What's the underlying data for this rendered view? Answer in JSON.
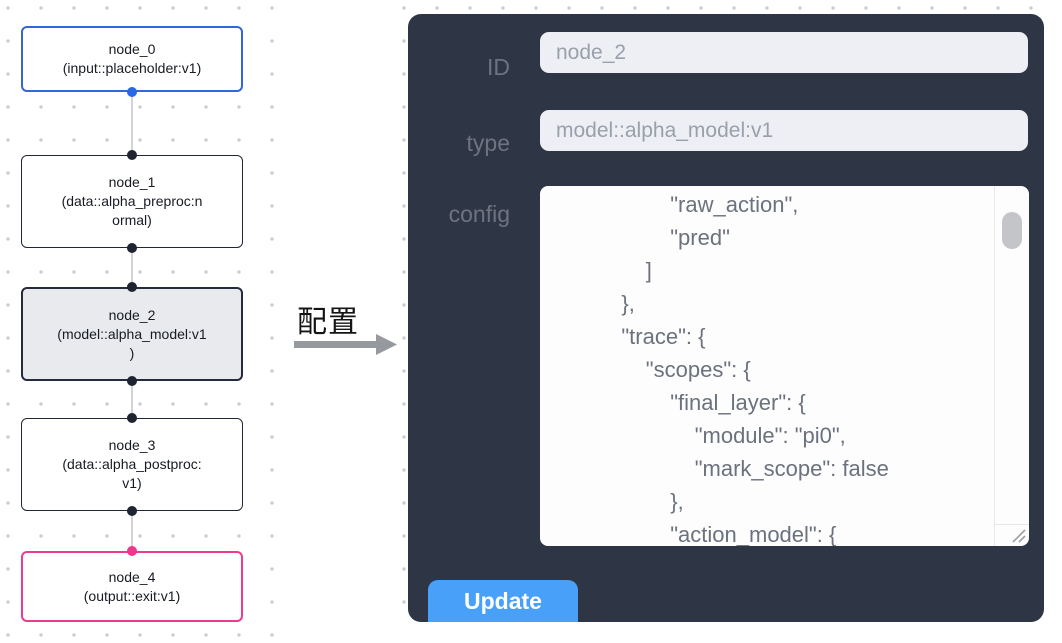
{
  "flow": {
    "nodes": [
      {
        "name": "node_0",
        "type_text": "(input::placeholder:v1)"
      },
      {
        "name": "node_1",
        "type_text": "(data::alpha_preproc:n\normal)"
      },
      {
        "name": "node_2",
        "type_text": "(model::alpha_model:v1\n)"
      },
      {
        "name": "node_3",
        "type_text": "(data::alpha_postproc:\nv1)"
      },
      {
        "name": "node_4",
        "type_text": "(output::exit:v1)"
      }
    ],
    "selected_node": "node_2"
  },
  "transfer": {
    "label": "配置"
  },
  "panel": {
    "fields": {
      "id": {
        "label": "ID",
        "value": "node_2"
      },
      "type": {
        "label": "type",
        "value": "model::alpha_model:v1"
      },
      "config": {
        "label": "config"
      }
    },
    "config_text": "                    \"raw_action\",\n                    \"pred\"\n                ]\n            },\n            \"trace\": {\n                \"scopes\": {\n                    \"final_layer\": {\n                        \"module\": \"pi0\",\n                        \"mark_scope\": false\n                    },\n                    \"action_model\": {",
    "update_label": "Update"
  },
  "colors": {
    "panel_background": "#2e3544",
    "input_background": "#edeff4",
    "update_button_blue": "#49a0f8",
    "input_node_border_blue": "#3466d9",
    "output_node_border_pink": "#ee3a8c",
    "selected_node_fill": "#e9eaed",
    "default_node_border": "#202633",
    "port_dot_dark": "#1f2433",
    "port_dot_blue": "#2a66e8",
    "port_dot_pink": "#f1348c",
    "canvas_dot": "#c9ccd1"
  }
}
